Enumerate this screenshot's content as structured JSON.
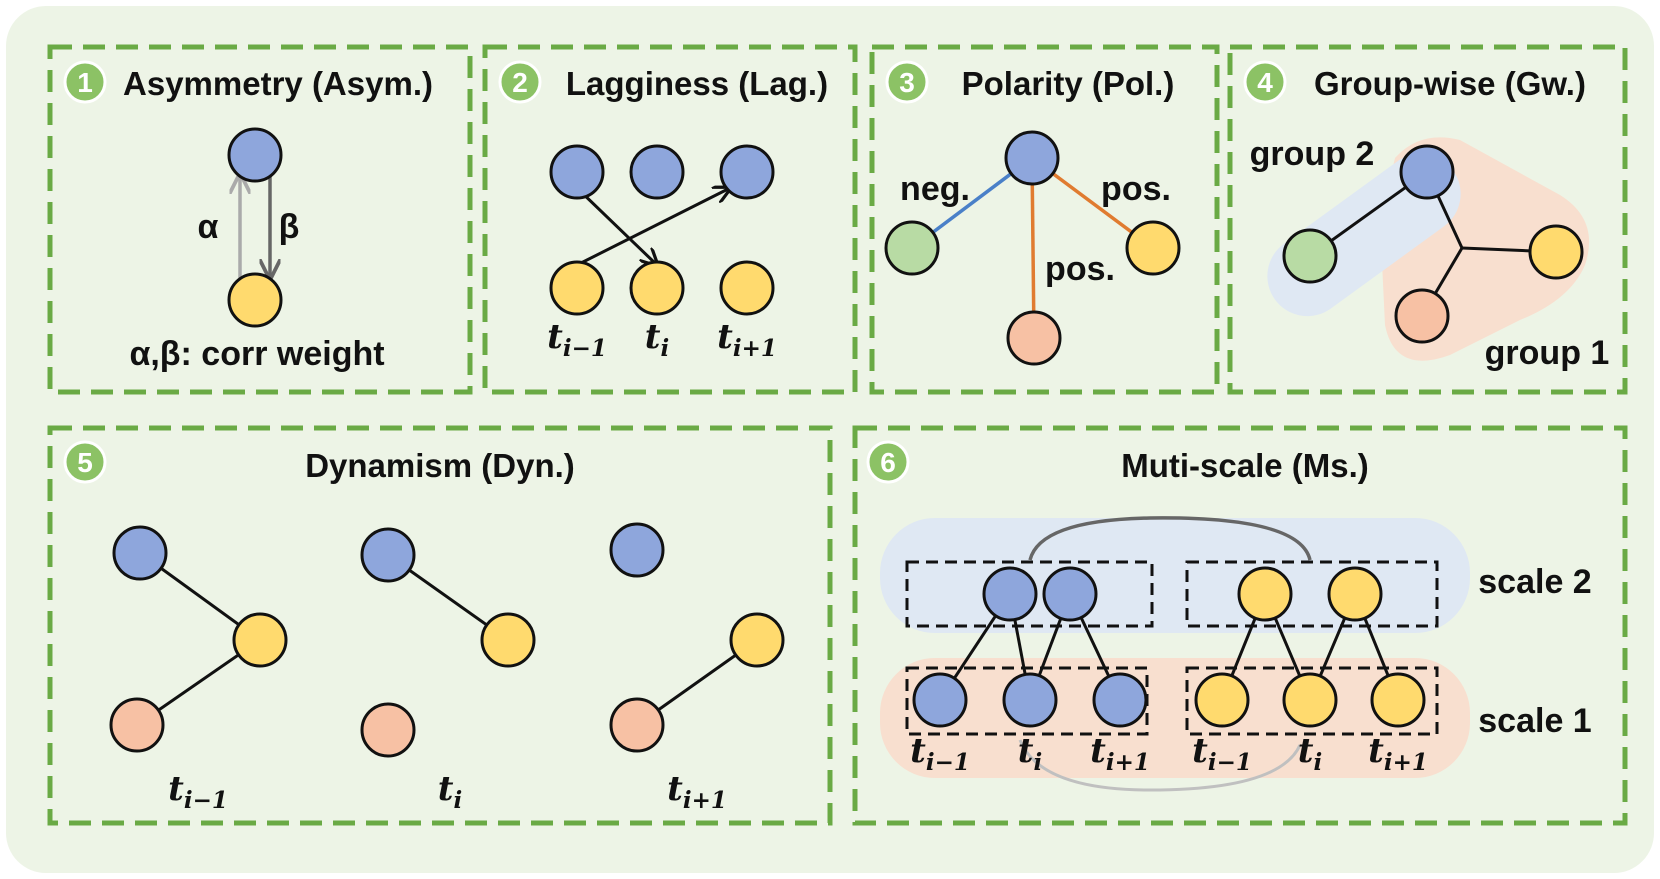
{
  "colors": {
    "background": "#edf4e6",
    "panel_border": "#6aaa45",
    "node_blue": "#8ea6dc",
    "node_yellow": "#ffda6e",
    "node_green": "#b8dba4",
    "node_peach": "#f7c1a4",
    "edge_negative": "#4a80c8",
    "edge_positive": "#e07b30",
    "group_blue_bg": "#dfe8f3",
    "group_peach_bg": "#f8dfcf"
  },
  "panels": [
    {
      "number": "1",
      "title": "Asymmetry (Asym.)",
      "alpha_label": "α",
      "beta_label": "β",
      "caption": "α,β: corr weight"
    },
    {
      "number": "2",
      "title": "Lagginess (Lag.)"
    },
    {
      "number": "3",
      "title": "Polarity (Pol.)",
      "neg_label": "neg.",
      "pos_label_right": "pos.",
      "pos_label_bottom": "pos."
    },
    {
      "number": "4",
      "title": "Group-wise (Gw.)",
      "group2_label": "group 2",
      "group1_label": "group 1"
    },
    {
      "number": "5",
      "title": "Dynamism (Dyn.)"
    },
    {
      "number": "6",
      "title": "Muti-scale (Ms.)",
      "scale2_label": "scale 2",
      "scale1_label": "scale 1"
    }
  ],
  "time_labels": {
    "base": "t",
    "prev_sub": "i−1",
    "cur_sub": "i",
    "next_sub": "i+1"
  }
}
